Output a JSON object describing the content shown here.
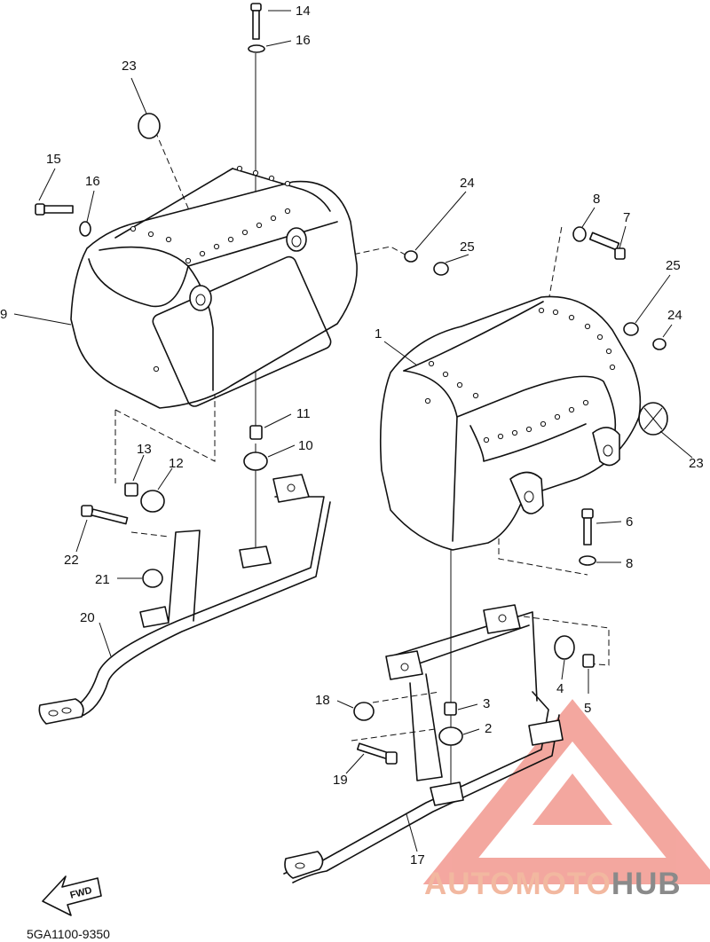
{
  "diagram_code": "5GA1100-9350",
  "fwd_label": "FWD",
  "watermark": {
    "part1": "AUTOMOTO",
    "part2": "HUB",
    "color1": "#f2b8a0",
    "color2": "#8a8a8a",
    "logo_color": "#f08a80"
  },
  "callouts": [
    "14",
    "16",
    "23",
    "15",
    "16",
    "9",
    "24",
    "25",
    "8",
    "7",
    "25",
    "24",
    "1",
    "23",
    "11",
    "10",
    "13",
    "12",
    "22",
    "21",
    "20",
    "6",
    "8",
    "4",
    "5",
    "3",
    "2",
    "18",
    "19",
    "17"
  ]
}
